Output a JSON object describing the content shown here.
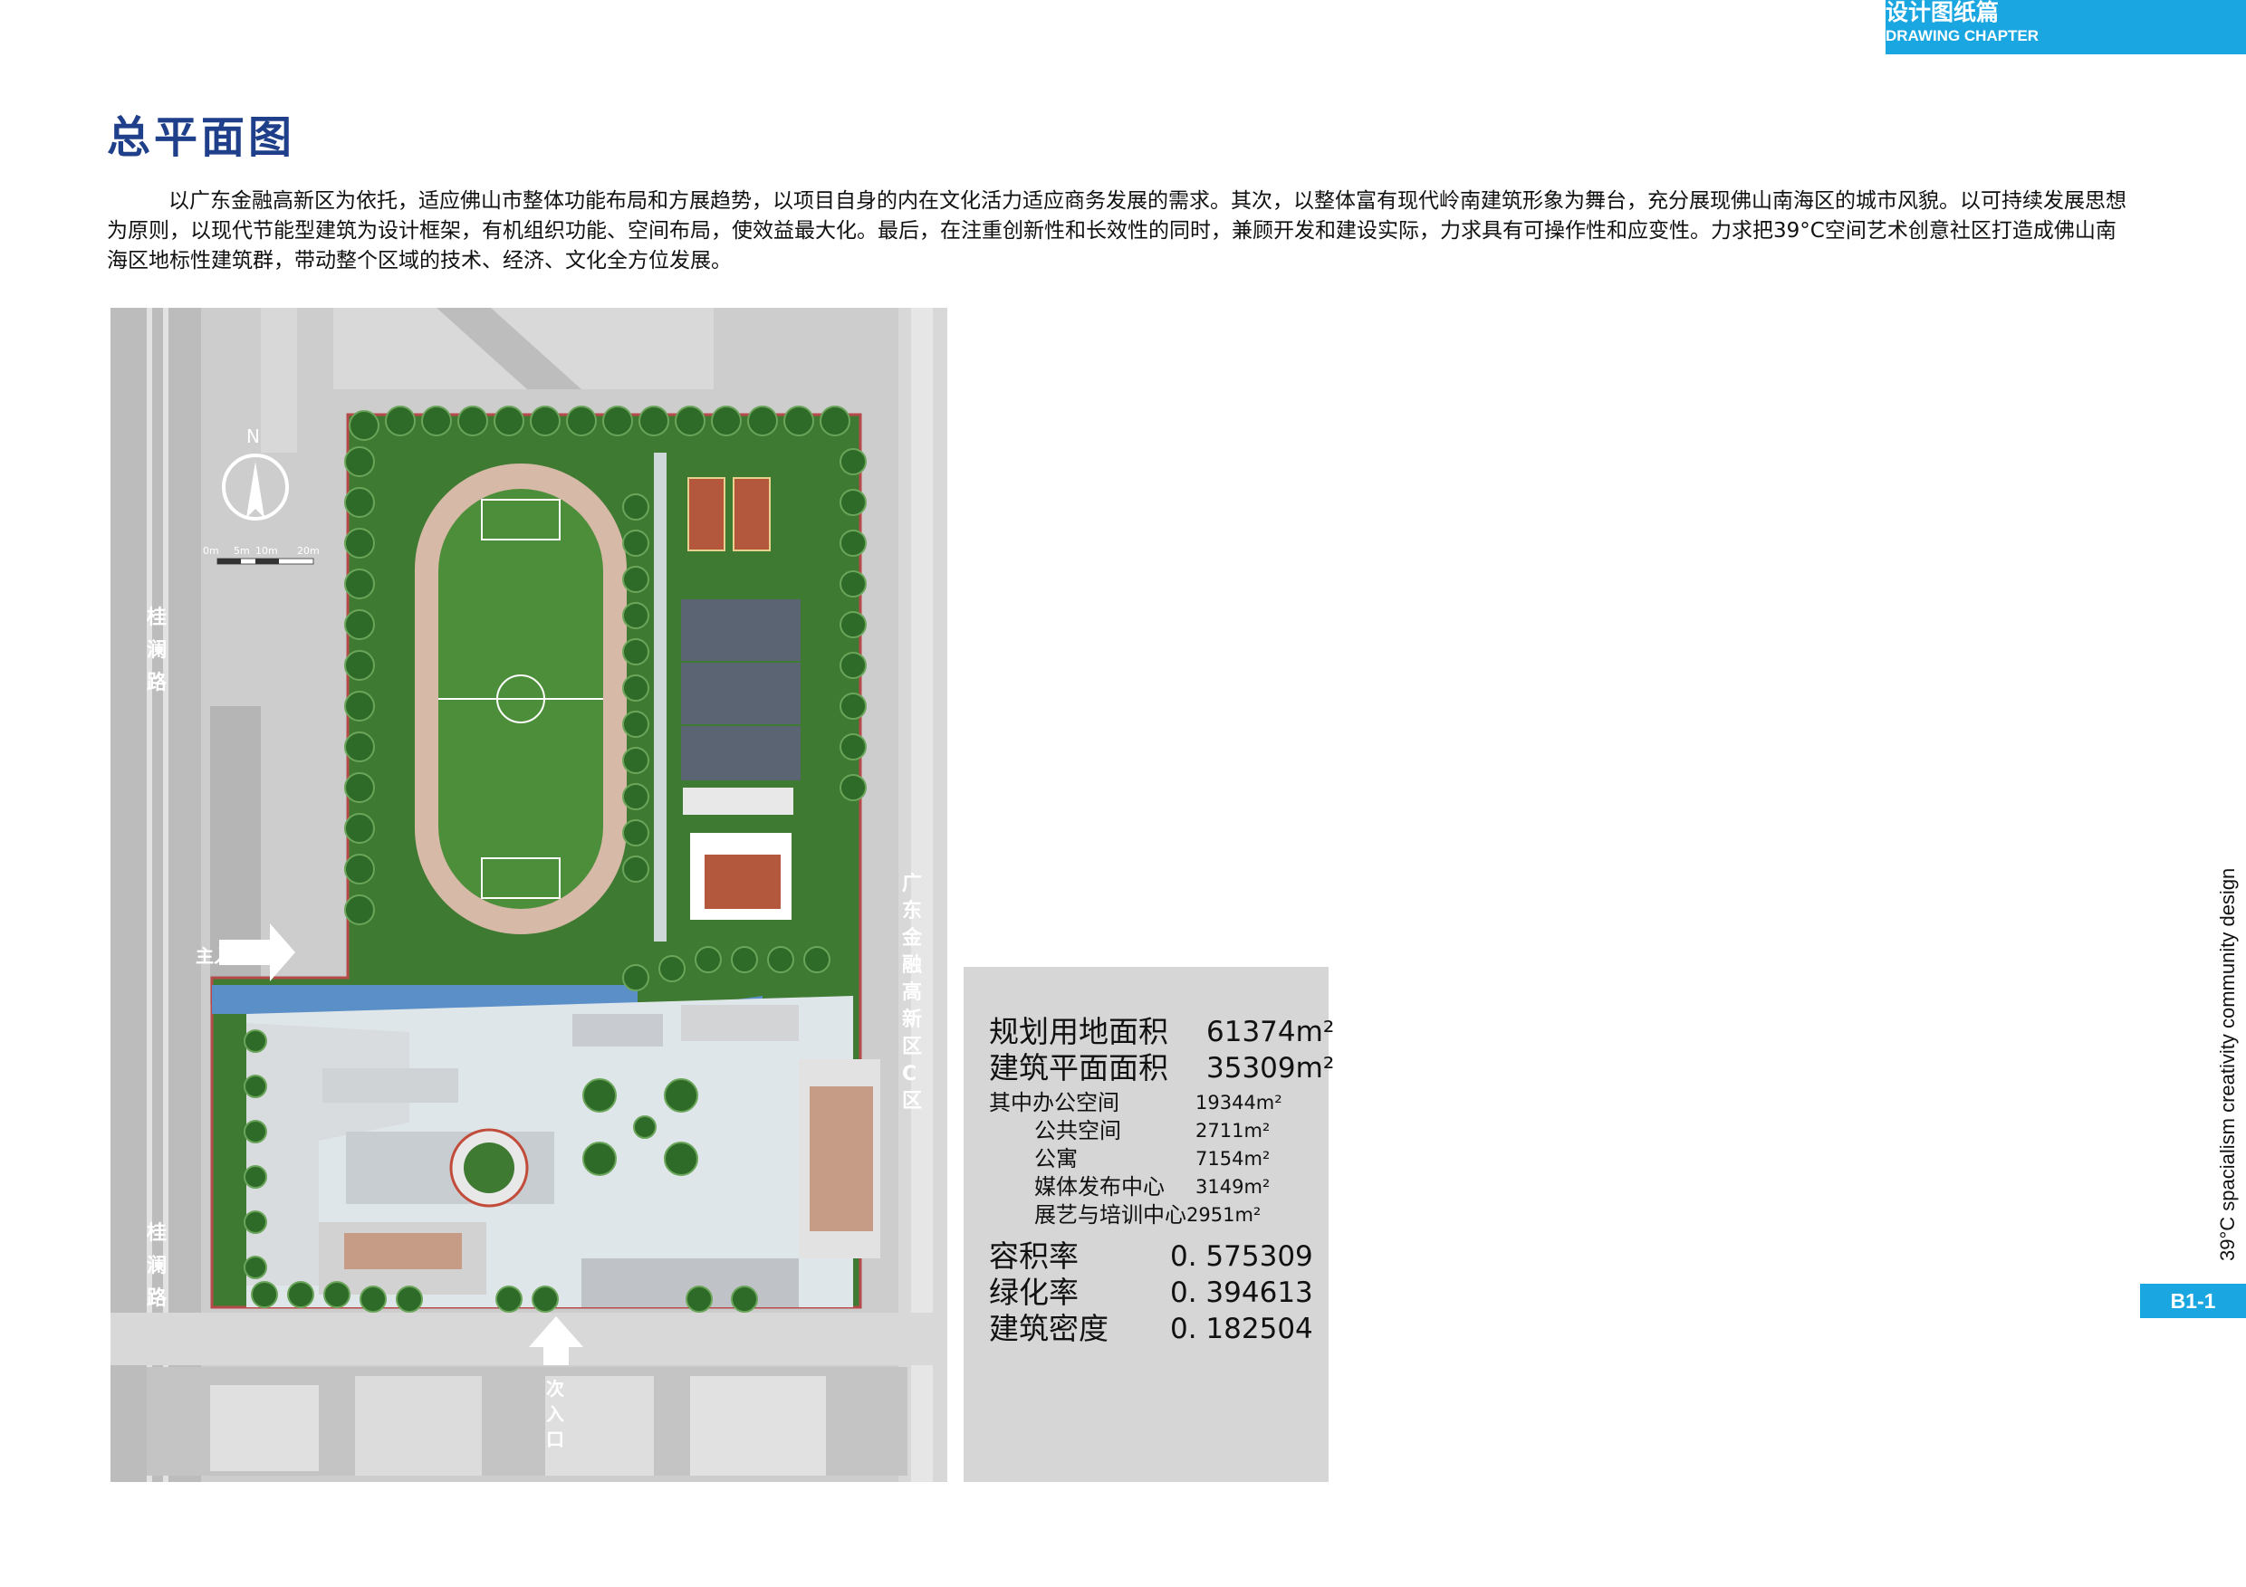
{
  "header": {
    "chapter_cn": "设计图纸篇",
    "chapter_en": "DRAWING CHAPTER"
  },
  "page": {
    "title": "总平面图",
    "intro": "以广东金融高新区为依托，适应佛山市整体功能布局和方展趋势，以项目自身的内在文化活力适应商务发展的需求。其次，以整体富有现代岭南建筑形象为舞台，充分展现佛山南海区的城市风貌。以可持续发展思想为原则，以现代节能型建筑为设计框架，有机组织功能、空间布局，使效益最大化。最后，在注重创新性和长效性的同时，兼顾开发和建设实际，力求具有可操作性和应变性。力求把39°C空间艺术创意社区打造成佛山南海区地标性建筑群，带动整个区域的技术、经济、文化全方位发展。",
    "side_caption": "39°C spacialism creativity community design",
    "page_number": "B1-1"
  },
  "site_plan": {
    "north_label": "N",
    "scale_labels": [
      "0m",
      "5m",
      "10m",
      "20m"
    ],
    "road_west_top": "桂澜路",
    "road_west_bottom": "桂澜路",
    "road_east": "广东金融高新区C区",
    "main_entrance": "主入口",
    "secondary_entrance": "次入口",
    "colors": {
      "grass": "#4f8a3a",
      "road": "#a8a8a8",
      "court": "#b3583c",
      "roof": "#5a6473",
      "plaza": "#dfe6ea",
      "water": "#5b8fc7"
    }
  },
  "statistics": [
    {
      "label": "规划用地面积",
      "value": "61374m²",
      "size": "big"
    },
    {
      "label": "建筑平面面积",
      "value": "35309m²",
      "size": "big"
    },
    {
      "label": "其中办公空间",
      "value": "19344m²",
      "size": "small",
      "indent": 0
    },
    {
      "label": "公共空间",
      "value": "2711m²",
      "size": "small",
      "indent": 1
    },
    {
      "label": "公寓",
      "value": "7154m²",
      "size": "small",
      "indent": 1
    },
    {
      "label": "媒体发布中心",
      "value": "3149m²",
      "size": "small",
      "indent": 1
    },
    {
      "label": "展艺与培训中心",
      "value": "2951m²",
      "size": "small",
      "indent": 1
    },
    {
      "label": "容积率",
      "value": "0. 575309",
      "size": "big"
    },
    {
      "label": "绿化率",
      "value": "0. 394613",
      "size": "big"
    },
    {
      "label": "建筑密度",
      "value": "0. 182504",
      "size": "big"
    }
  ]
}
